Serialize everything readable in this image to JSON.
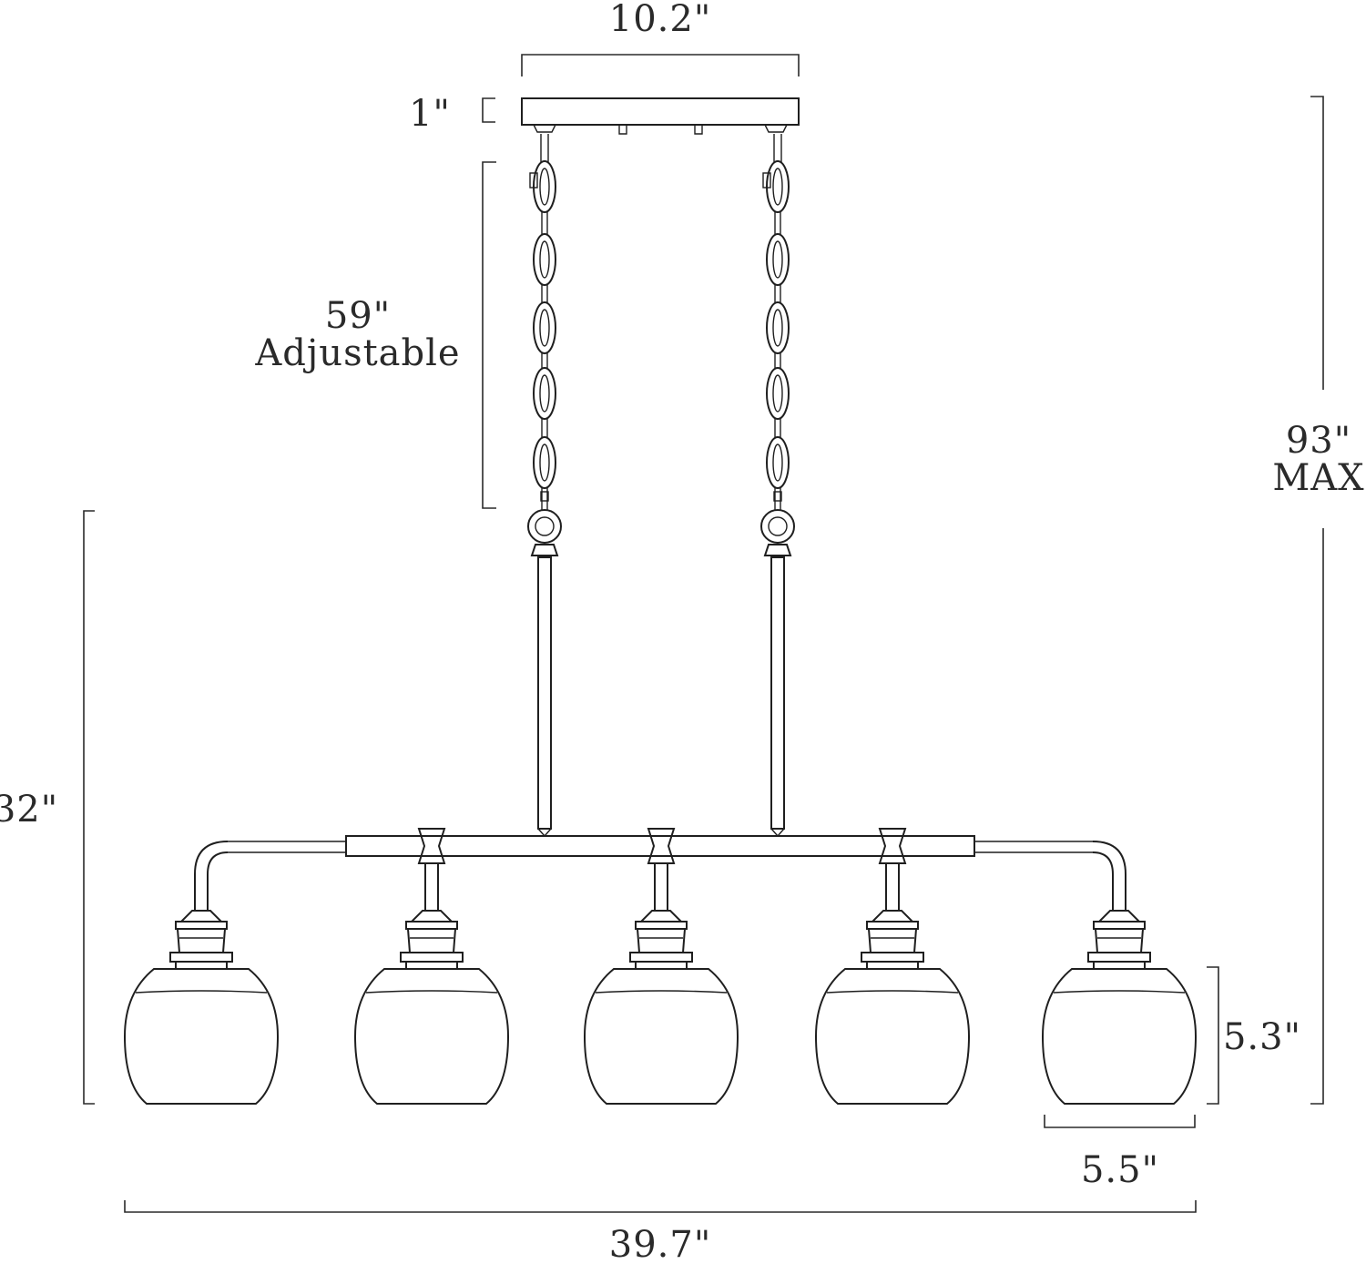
{
  "dimensions": {
    "canopy_width": "10.2\"",
    "canopy_height": "1\"",
    "chain_length": "59\"",
    "chain_note": "Adjustable",
    "max_height_value": "93\"",
    "max_height_note": "MAX",
    "body_height": "32\"",
    "shade_height": "5.3\"",
    "shade_width": "5.5\"",
    "overall_width": "39.7\""
  }
}
